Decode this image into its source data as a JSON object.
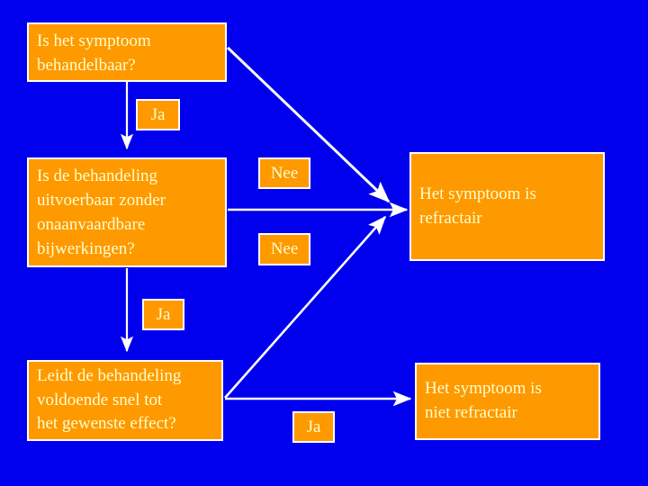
{
  "slide": {
    "title_text": "Is het symptoom behandelbaar?",
    "background_color": "#0000ee",
    "node_fill_color": "#ff9900",
    "node_border_color": "#ffffff",
    "node_text_color": "#ffffcc",
    "edge_color": "#ffffff"
  },
  "nodes": {
    "q1": {
      "text": "Is het symptoom\nbehandelbaar?"
    },
    "q2": {
      "text": "Is de behandeling\nuitvoerbaar zonder\nonaanvaardbare\nbijwerkingen?"
    },
    "q3": {
      "text": "Leidt de behandeling\nvoldoende snel tot\nhet gewenste effect?"
    },
    "outcome_refractair": {
      "text": "Het symptoom is\nrefractair"
    },
    "outcome_niet_refractair": {
      "text": "Het symptoom is\nniet refractair"
    }
  },
  "edge_labels": {
    "q1_yes": "Ja",
    "q1_no": "Nee",
    "q2_no": "Nee",
    "q2_yes": "Ja",
    "q3_yes": "Ja"
  }
}
